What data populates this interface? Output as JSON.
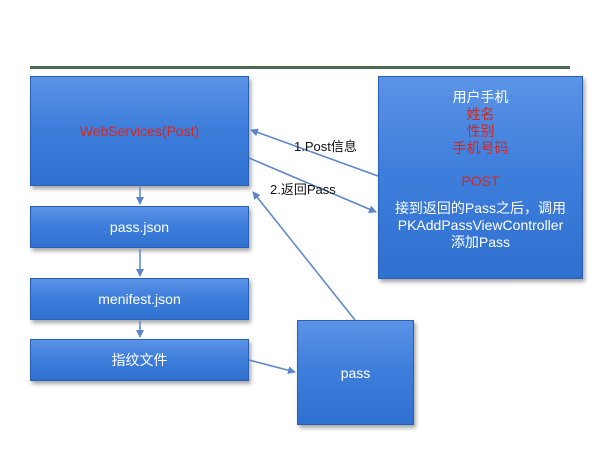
{
  "webservices": {
    "label": "WebServices(Post)"
  },
  "pass_json": {
    "label": "pass.json"
  },
  "manifest_json": {
    "label": "menifest.json"
  },
  "fingerprint": {
    "label": "指纹文件"
  },
  "pass_box": {
    "label": "pass"
  },
  "phone": {
    "title": "用户手机",
    "fields": [
      "姓名",
      "性别",
      "手机号码"
    ],
    "method": "POST",
    "note_line1": "接到返回的Pass之后，调用",
    "note_line2": "PKAddPassViewController",
    "note_line3": "添加Pass"
  },
  "edges": {
    "post_info": "1.Post信息",
    "return_pass": "2.返回Pass"
  },
  "colors": {
    "box_fill": "#3f7fdc",
    "highlight_text": "#d7261e",
    "arrow": "#5b86c9",
    "rule": "#4a6a52"
  }
}
